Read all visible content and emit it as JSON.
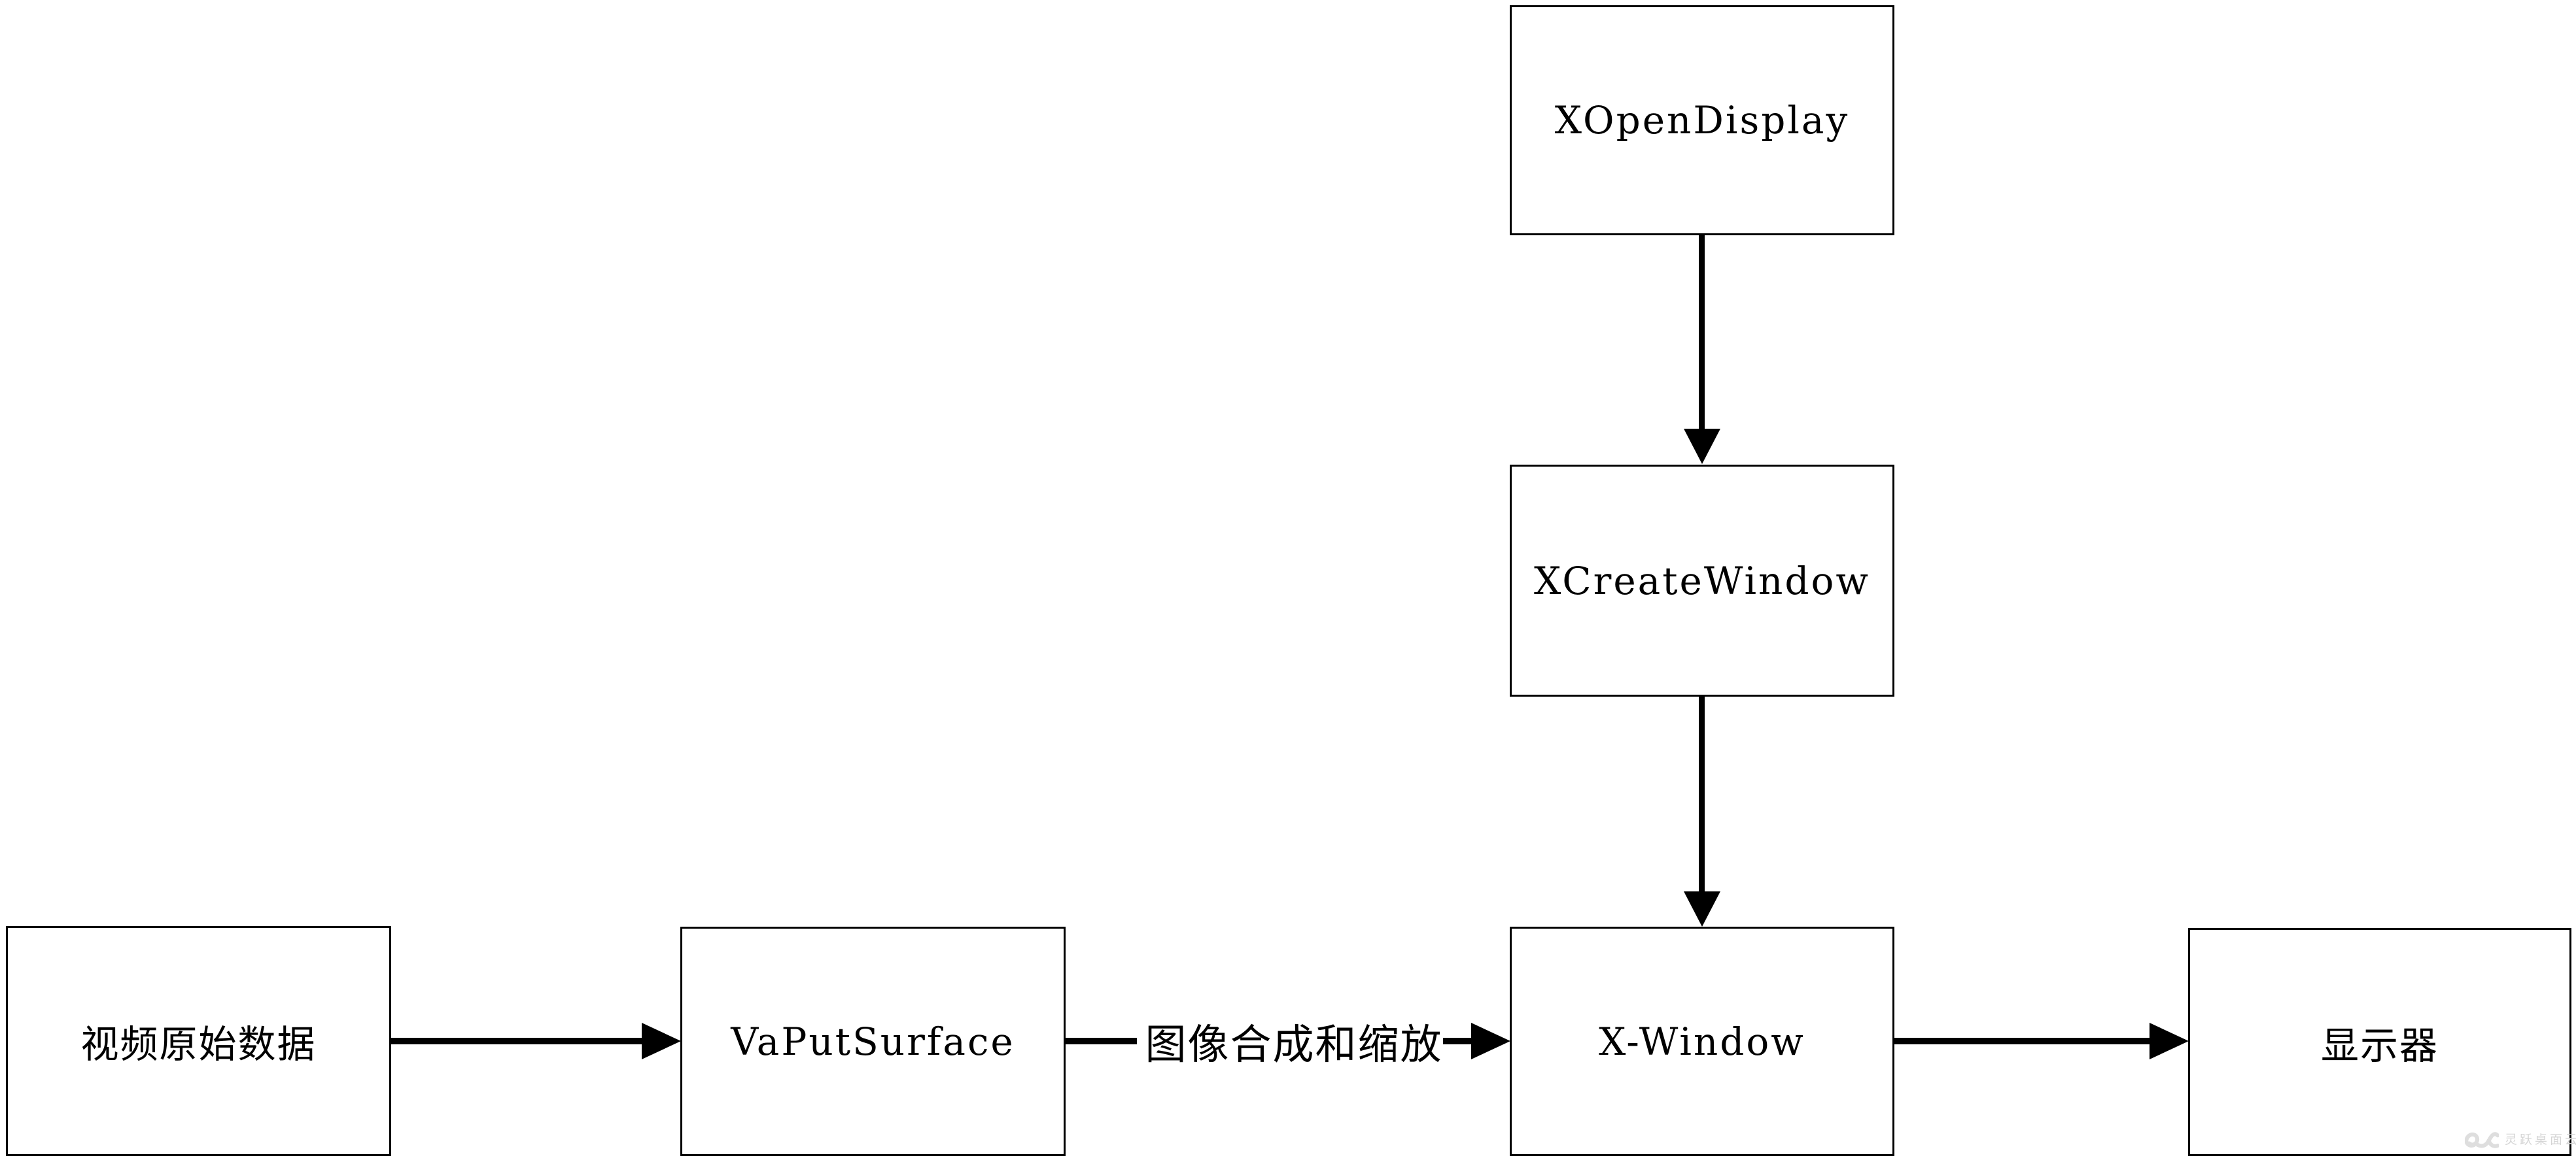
{
  "diagram": {
    "background_color": "#ffffff",
    "line_color": "#000000",
    "nodes": {
      "xopendisplay": {
        "label": "XOpenDisplay"
      },
      "xcreatewindow": {
        "label": "XCreateWindow"
      },
      "xwindow": {
        "label": "X-Window"
      },
      "video_raw_data": {
        "label": "视频原始数据"
      },
      "vaputsurface": {
        "label": "VaPutSurface"
      },
      "monitor": {
        "label": "显示器"
      }
    },
    "edges": [
      {
        "from": "XOpenDisplay",
        "to": "XCreateWindow",
        "label": ""
      },
      {
        "from": "XCreateWindow",
        "to": "X-Window",
        "label": ""
      },
      {
        "from": "视频原始数据",
        "to": "VaPutSurface",
        "label": ""
      },
      {
        "from": "VaPutSurface",
        "to": "X-Window",
        "label": "图像合成和缩放"
      },
      {
        "from": "X-Window",
        "to": "显示器",
        "label": ""
      }
    ],
    "watermark": {
      "icon": "swoosh-logo-icon",
      "text": "灵跃桌面云",
      "color": "#d5d5d5"
    }
  }
}
